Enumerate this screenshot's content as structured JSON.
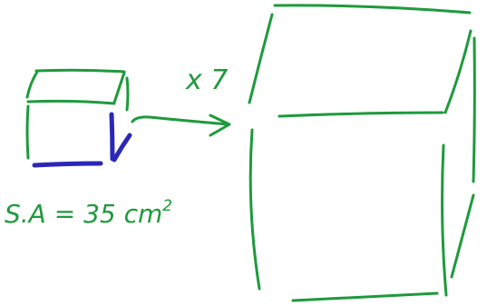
{
  "colors": {
    "green_ink": "#1e9a3c",
    "blue_ink": "#2b27b8",
    "background": "#ffffff"
  },
  "annotations": {
    "scale_label": "x 7",
    "surface_area_prefix": "S.A = 35 cm",
    "surface_area_exponent": "2"
  },
  "scale_factor": 7,
  "small_cube": {
    "surface_area": 35,
    "area_unit": "cm²"
  }
}
